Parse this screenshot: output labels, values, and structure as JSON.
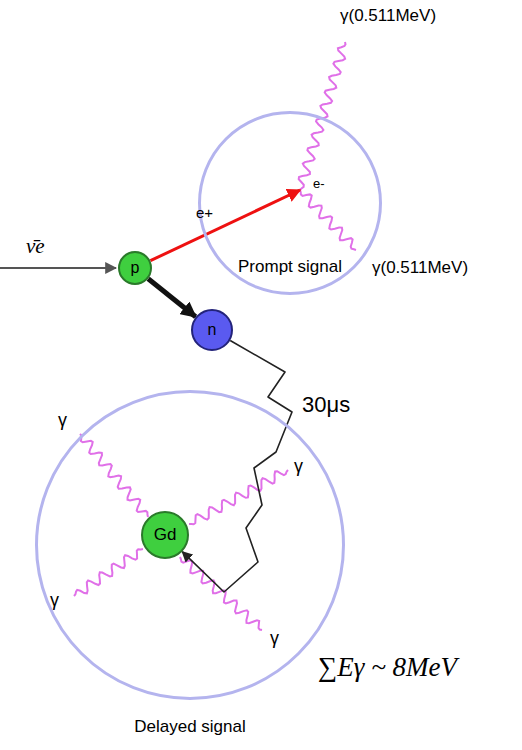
{
  "diagram": {
    "nodes": [
      {
        "text": [
          "Prompt signal"
        ]
      },
      {
        "text": [
          "p"
        ]
      },
      {
        "text": [
          "n"
        ]
      },
      {
        "text": [
          "Delayed signal"
        ]
      },
      {
        "text": [
          "Gd"
        ],
        "in": 3
      }
    ],
    "edges": [
      {
        "from": 1,
        "to": 0,
        "arrow": "to",
        "label": "e+"
      },
      {
        "from": 1,
        "to": 2,
        "arrow": "to"
      },
      {
        "from": 2,
        "to": 4,
        "arrow": "to",
        "label": "30μs"
      }
    ],
    "labels": [
      "γ(0.511MeV)",
      "e-",
      "γ(0.511MeV)",
      "ν̄e",
      "γ",
      "γ",
      "γ",
      "γ",
      "∑Eγ ~ 8MeV"
    ]
  }
}
